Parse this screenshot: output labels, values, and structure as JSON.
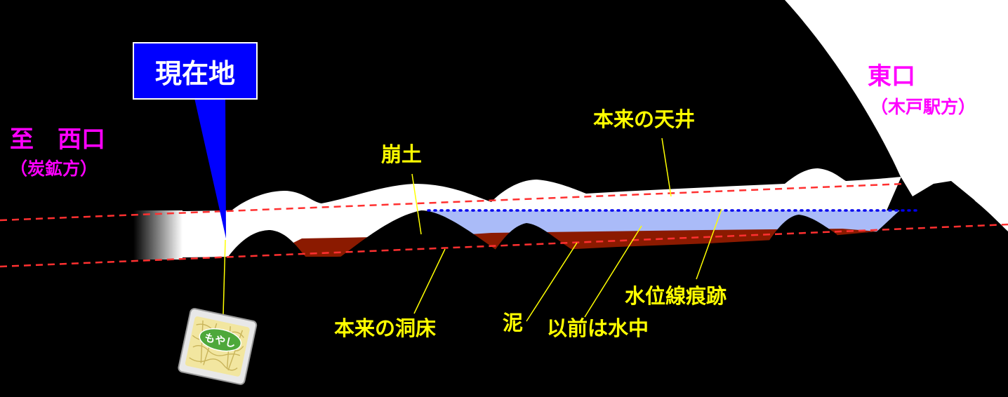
{
  "marker": {
    "current_location": "現在地"
  },
  "west": {
    "title": "至　西口",
    "sub": "（炭鉱方）"
  },
  "east": {
    "title": "東口",
    "sub": "（木戸駅方）"
  },
  "labels": {
    "collapse": "崩土",
    "original_ceiling": "本来の天井",
    "original_floor": "本来の洞床",
    "mud": "泥",
    "formerly_underwater": "以前は水中",
    "waterline_trace": "水位線痕跡"
  },
  "bag_text": "もやし",
  "colors": {
    "rock": "#000000",
    "tunnel": "#ffffff",
    "water": "#aabbf8",
    "mud": "#8b1a00",
    "dashed_line": "#ff3030",
    "dotted_waterline": "#0000ee",
    "marker": "#0000ff",
    "label_text": "#ffff00",
    "direction_text": "#ff00ff"
  }
}
